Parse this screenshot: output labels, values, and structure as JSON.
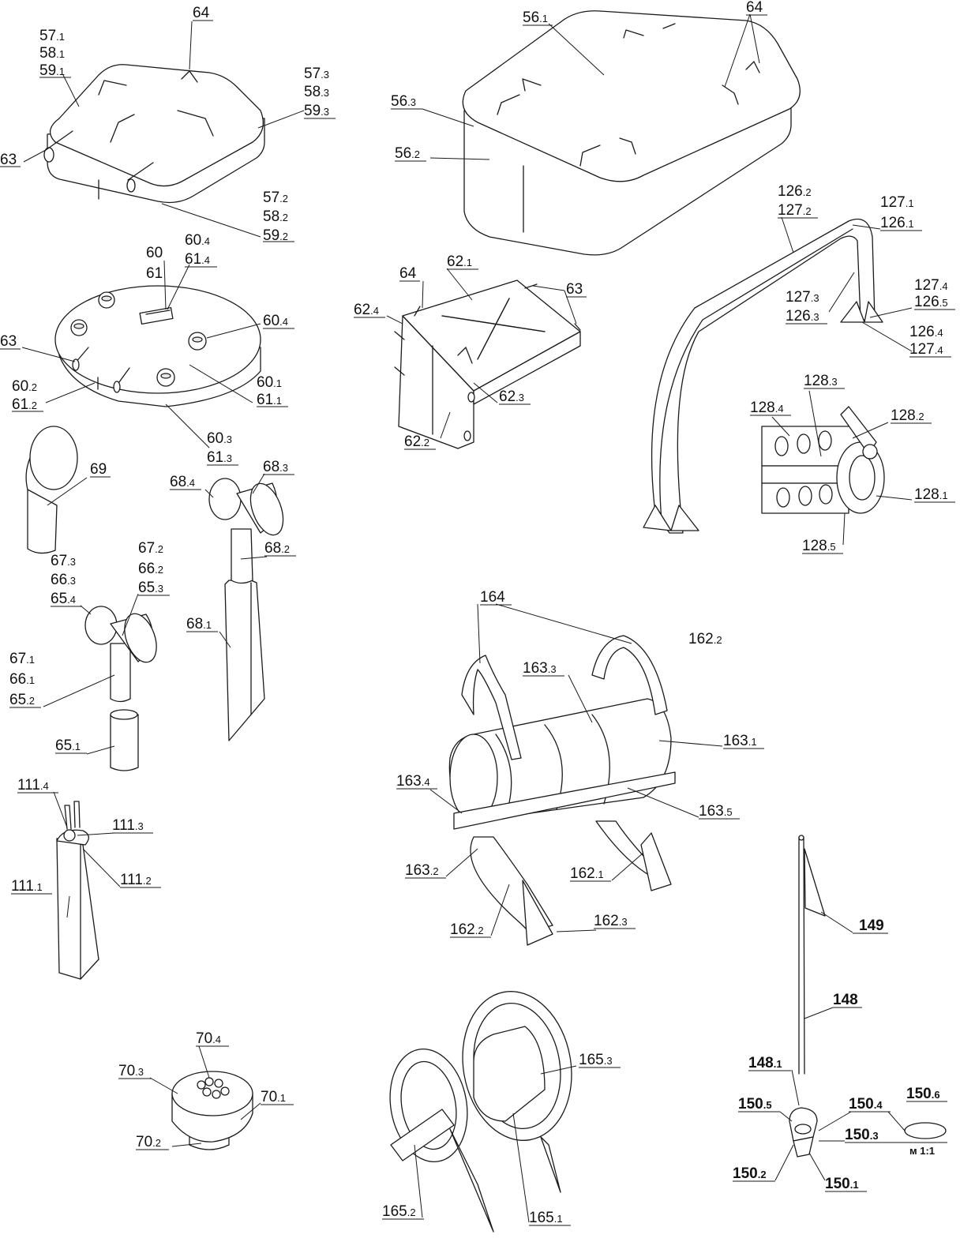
{
  "labels": [
    {
      "t": "57.1"
    },
    {
      "t": "58.1"
    },
    {
      "t": "59.1"
    },
    {
      "t": "64"
    },
    {
      "t": "57.3"
    },
    {
      "t": "58.3"
    },
    {
      "t": "59.3"
    },
    {
      "t": "63"
    },
    {
      "t": "57.2"
    },
    {
      "t": "58.2"
    },
    {
      "t": "59.2"
    },
    {
      "t": "56.1"
    },
    {
      "t": "64"
    },
    {
      "t": "56.3"
    },
    {
      "t": "56.2"
    },
    {
      "t": "60"
    },
    {
      "t": "61"
    },
    {
      "t": "60.4"
    },
    {
      "t": "61.4"
    },
    {
      "t": "63"
    },
    {
      "t": "60.4"
    },
    {
      "t": "60.2"
    },
    {
      "t": "61.2"
    },
    {
      "t": "60.1"
    },
    {
      "t": "61.1"
    },
    {
      "t": "60.3"
    },
    {
      "t": "61.3"
    },
    {
      "t": "62.1"
    },
    {
      "t": "64"
    },
    {
      "t": "63"
    },
    {
      "t": "62.4"
    },
    {
      "t": "62.3"
    },
    {
      "t": "62.2"
    },
    {
      "t": "126.2"
    },
    {
      "t": "127.2"
    },
    {
      "t": "127.1"
    },
    {
      "t": "126.1"
    },
    {
      "t": "127.3"
    },
    {
      "t": "126.3"
    },
    {
      "t": "127.4"
    },
    {
      "t": "126.5"
    },
    {
      "t": "126.4"
    },
    {
      "t": "127.4"
    },
    {
      "t": "128.3"
    },
    {
      "t": "128.4"
    },
    {
      "t": "128.2"
    },
    {
      "t": "128.1"
    },
    {
      "t": "128.5"
    },
    {
      "t": "69"
    },
    {
      "t": "68.4"
    },
    {
      "t": "68.3"
    },
    {
      "t": "68.2"
    },
    {
      "t": "68.1"
    },
    {
      "t": "67.3"
    },
    {
      "t": "66.3"
    },
    {
      "t": "65.4"
    },
    {
      "t": "67.2"
    },
    {
      "t": "66.2"
    },
    {
      "t": "65.3"
    },
    {
      "t": "67.1"
    },
    {
      "t": "66.1"
    },
    {
      "t": "65.2"
    },
    {
      "t": "65.1"
    },
    {
      "t": "164"
    },
    {
      "t": "162.2"
    },
    {
      "t": "163.3"
    },
    {
      "t": "163.1"
    },
    {
      "t": "163.4"
    },
    {
      "t": "163.5"
    },
    {
      "t": "163.2"
    },
    {
      "t": "162.1"
    },
    {
      "t": "162.2"
    },
    {
      "t": "162.3"
    },
    {
      "t": "111.4"
    },
    {
      "t": "111.3"
    },
    {
      "t": "111.1"
    },
    {
      "t": "111.2"
    },
    {
      "t": "70.4"
    },
    {
      "t": "70.3"
    },
    {
      "t": "70.1"
    },
    {
      "t": "70.2"
    },
    {
      "t": "165.3"
    },
    {
      "t": "165.2"
    },
    {
      "t": "165.1"
    },
    {
      "t": "149"
    },
    {
      "t": "148"
    },
    {
      "t": "148.1"
    },
    {
      "t": "150.5"
    },
    {
      "t": "150.4"
    },
    {
      "t": "150.6"
    },
    {
      "t": "150.3"
    },
    {
      "t": "150.2"
    },
    {
      "t": "150.1"
    }
  ],
  "scale_note": "м 1:1"
}
